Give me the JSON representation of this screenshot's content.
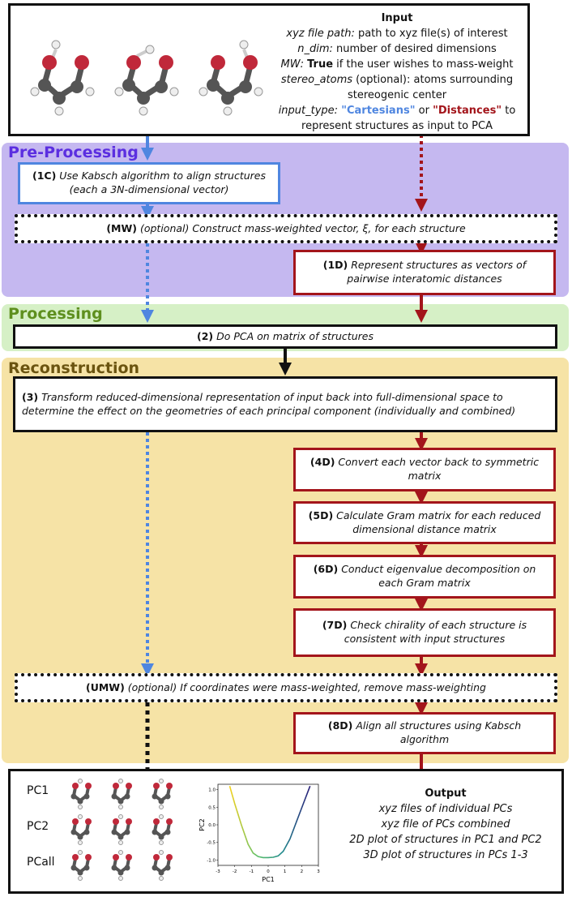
{
  "input": {
    "title": "Input",
    "lines": [
      {
        "label": "xyz file path:",
        "text": "path to xyz file(s) of interest"
      },
      {
        "label": "n_dim:",
        "text": "number of desired dimensions"
      },
      {
        "label": "MW:",
        "bold": "True",
        "text": "if the user wishes to mass-weight"
      },
      {
        "label": "stereo_atoms",
        "text": "(optional): atoms surrounding"
      },
      {
        "text": "stereogenic center"
      },
      {
        "label": "input_type:",
        "cart": "\"Cartesians\"",
        "or": "or",
        "dist": "\"Distances\"",
        "to": "to"
      },
      {
        "text": "represent structures as input to PCA"
      }
    ]
  },
  "sections": {
    "preprocessing": "Pre-Processing",
    "processing": "Processing",
    "reconstruction": "Reconstruction"
  },
  "steps": {
    "s1c": {
      "tag": "(1C)",
      "text": "Use Kabsch algorithm to align structures (each a 3N-dimensional vector)"
    },
    "mw": {
      "tag": "(MW)",
      "opt": "(optional)",
      "text": "Construct mass-weighted vector, ξ, for each structure"
    },
    "s1d": {
      "tag": "(1D)",
      "text": "Represent structures as vectors of pairwise interatomic distances"
    },
    "s2": {
      "tag": "(2)",
      "text": "Do PCA on matrix of structures"
    },
    "s3": {
      "tag": "(3)",
      "text": "Transform reduced-dimensional representation of input back into full-dimensional space to determine the effect on the geometries of each principal component (individually  and combined)"
    },
    "s4d": {
      "tag": "(4D)",
      "text": "Convert each vector back to symmetric matrix"
    },
    "s5d": {
      "tag": "(5D)",
      "text": "Calculate Gram matrix for each reduced dimensional distance matrix"
    },
    "s6d": {
      "tag": "(6D)",
      "text": "Conduct eigenvalue decomposition on each Gram matrix"
    },
    "s7d": {
      "tag": "(7D)",
      "text": "Check chirality of each structure is consistent with input structures"
    },
    "umw": {
      "tag": "(UMW)",
      "opt": "(optional)",
      "text": "If coordinates were mass-weighted, remove mass-weighting"
    },
    "s8d": {
      "tag": "(8D)",
      "text": "Align all structures using Kabsch algorithm"
    }
  },
  "output": {
    "title": "Output",
    "row_labels": [
      "PC1",
      "PC2",
      "PCall"
    ],
    "lines": [
      "xyz files of individual PCs",
      "xyz file of PCs combined",
      "2D plot of structures in PC1 and PC2",
      "3D plot of structures in PCs 1-3"
    ]
  },
  "colors": {
    "preprocessing_bg": "#c5b8f0",
    "processing_bg": "#d6f0c6",
    "reconstruction_bg": "#f6e3a6",
    "preprocessing_title": "#5b2ee0",
    "processing_title": "#5e8f1e",
    "reconstruction_title": "#6b5410",
    "cartesian_blue": "#4f86e0",
    "distance_red": "#a3151b"
  },
  "chart_data": {
    "type": "line",
    "xlabel": "PC1",
    "ylabel": "PC2",
    "xlim": [
      -3,
      3
    ],
    "ylim": [
      -1.0,
      1.0
    ],
    "xticks": [
      "-3",
      "-2",
      "-1",
      "0",
      "1",
      "2",
      "3"
    ],
    "yticks": [
      "1.0",
      "0.5",
      "0.0",
      "-0.5",
      "-1.0"
    ],
    "x": [
      -2.3,
      -2.0,
      -1.6,
      -1.2,
      -0.9,
      -0.6,
      -0.3,
      0.0,
      0.3,
      0.6,
      0.9,
      1.3,
      1.7,
      2.1,
      2.5
    ],
    "y": [
      1.1,
      0.6,
      0.0,
      -0.55,
      -0.8,
      -0.9,
      -0.93,
      -0.93,
      -0.92,
      -0.88,
      -0.75,
      -0.4,
      0.1,
      0.6,
      1.1
    ]
  }
}
